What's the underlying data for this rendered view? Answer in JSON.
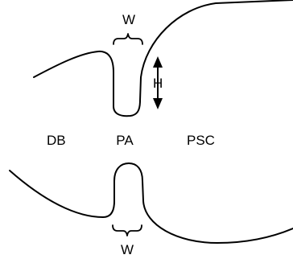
{
  "labels": {
    "width_top": "W",
    "width_bottom": "W",
    "height": "H",
    "left_region": "DB",
    "center_region": "PA",
    "right_region": "PSC"
  },
  "colors": {
    "line": "#000000",
    "background": "#ffffff"
  }
}
